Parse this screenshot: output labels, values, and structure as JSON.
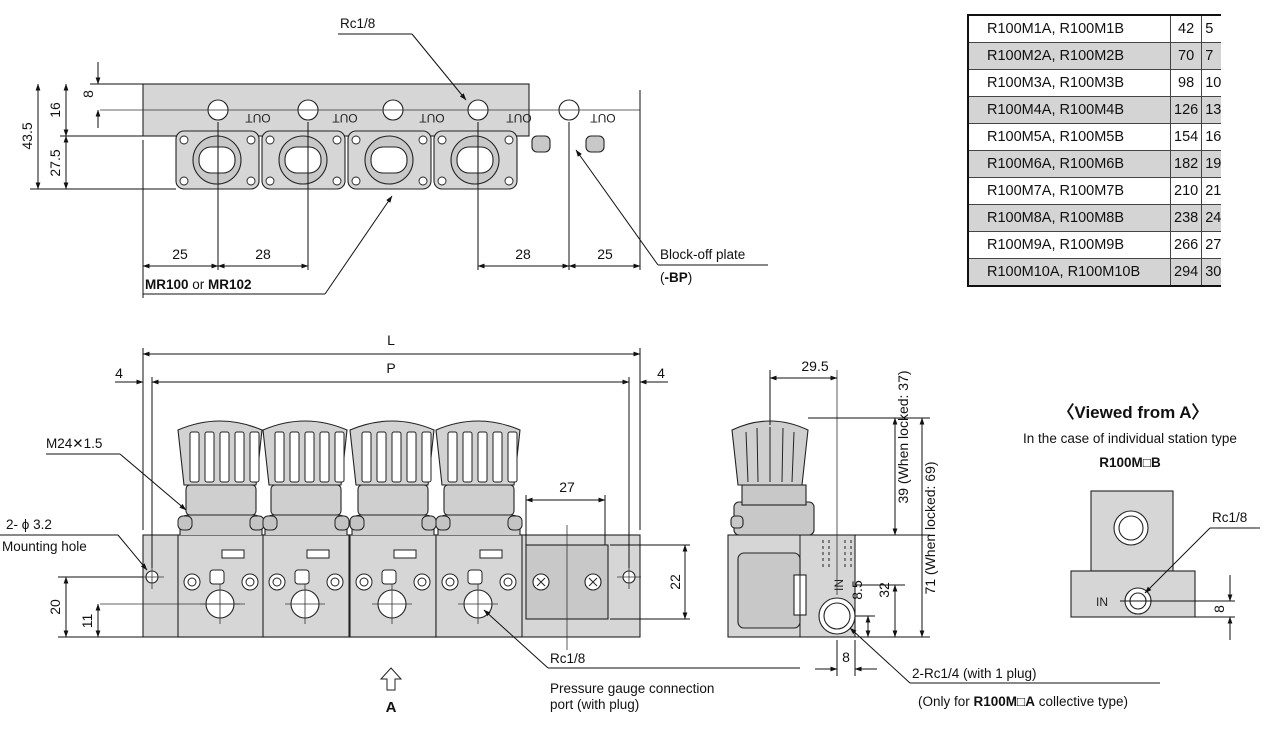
{
  "top_view": {
    "port_label": "Rc1/8",
    "out_label": "OUT",
    "dim_16": "16",
    "dim_8": "8",
    "dim_43_5": "43.5",
    "dim_27_5": "27.5",
    "dim_25_left": "25",
    "dim_28_left": "28",
    "dim_28_right": "28",
    "dim_25_right": "25",
    "regulator_label_bold1": "MR100",
    "regulator_label_or": " or ",
    "regulator_label_bold2": "MR102",
    "blockoff_label": "Block-off plate",
    "blockoff_code_open": "(",
    "blockoff_code": "-BP",
    "blockoff_code_close": ")"
  },
  "table": {
    "rows": [
      {
        "model": "R100M1A, R100M1B",
        "L": "42",
        "P": "5"
      },
      {
        "model": "R100M2A, R100M2B",
        "L": "70",
        "P": "7"
      },
      {
        "model": "R100M3A, R100M3B",
        "L": "98",
        "P": "10"
      },
      {
        "model": "R100M4A, R100M4B",
        "L": "126",
        "P": "13"
      },
      {
        "model": "R100M5A, R100M5B",
        "L": "154",
        "P": "16"
      },
      {
        "model": "R100M6A, R100M6B",
        "L": "182",
        "P": "19"
      },
      {
        "model": "R100M7A, R100M7B",
        "L": "210",
        "P": "21"
      },
      {
        "model": "R100M8A, R100M8B",
        "L": "238",
        "P": "24"
      },
      {
        "model": "R100M9A, R100M9B",
        "L": "266",
        "P": "27"
      },
      {
        "model": "R100M10A, R100M10B",
        "L": "294",
        "P": "30"
      }
    ]
  },
  "front_view": {
    "dim_L": "L",
    "dim_P": "P",
    "dim_4_left": "4",
    "dim_4_right": "4",
    "thread_label": "M24✕1.5",
    "mount_label_1": "2- ϕ 3.2",
    "mount_label_2": "Mounting hole",
    "dim_27": "27",
    "dim_22": "22",
    "dim_20": "20",
    "dim_11": "11",
    "gauge_port": "Rc1/8",
    "gauge_desc_1": "Pressure gauge connection",
    "gauge_desc_2": "port (with plug)",
    "view_arrow_label": "A"
  },
  "side_view": {
    "dim_29_5": "29.5",
    "dim_39": "39 (When locked: 37)",
    "dim_71": "71 (When locked: 69)",
    "dim_32": "32",
    "dim_8_5": "8.5",
    "dim_8": "8",
    "in_label": "IN",
    "inlet_label": "2-Rc1/4 (with 1 plug)",
    "inlet_note_1": "(Only for ",
    "inlet_note_bold": "R100M",
    "inlet_note_box": "□",
    "inlet_note_bold2": "A",
    "inlet_note_2": " collective type)"
  },
  "viewed_from_a": {
    "title": "〈Viewed from A〉",
    "subtitle": "In the case of individual station type",
    "model_bold": "R100M",
    "model_box": "□",
    "model_bold2": "B",
    "port_label": "Rc1/8",
    "in_label": "IN",
    "dim_8": "8"
  }
}
